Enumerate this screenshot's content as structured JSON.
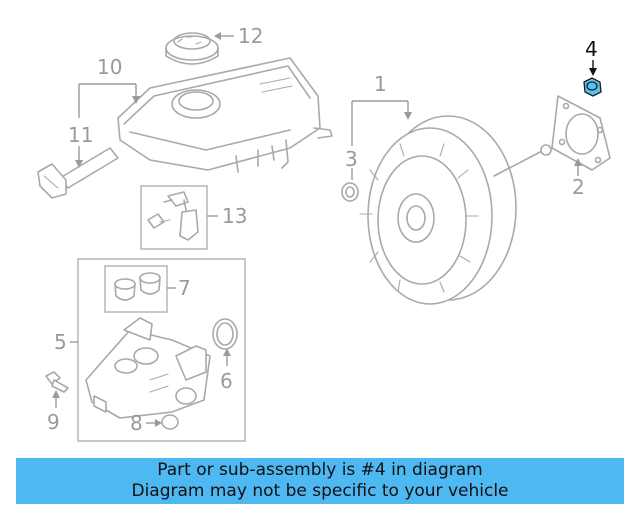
{
  "callouts": {
    "c1": "1",
    "c2": "2",
    "c3": "3",
    "c4": "4",
    "c5": "5",
    "c6": "6",
    "c7": "7",
    "c8": "8",
    "c9": "9",
    "c10": "10",
    "c11": "11",
    "c12": "12",
    "c13": "13"
  },
  "highlighted_part": "4",
  "colors": {
    "highlight": "#56c3ee",
    "banner": "#4db8f2",
    "line_art": "#a9a9a9"
  },
  "banner": {
    "line1": "Part or sub-assembly is #4 in diagram",
    "line2": "Diagram may not be specific to your vehicle"
  }
}
